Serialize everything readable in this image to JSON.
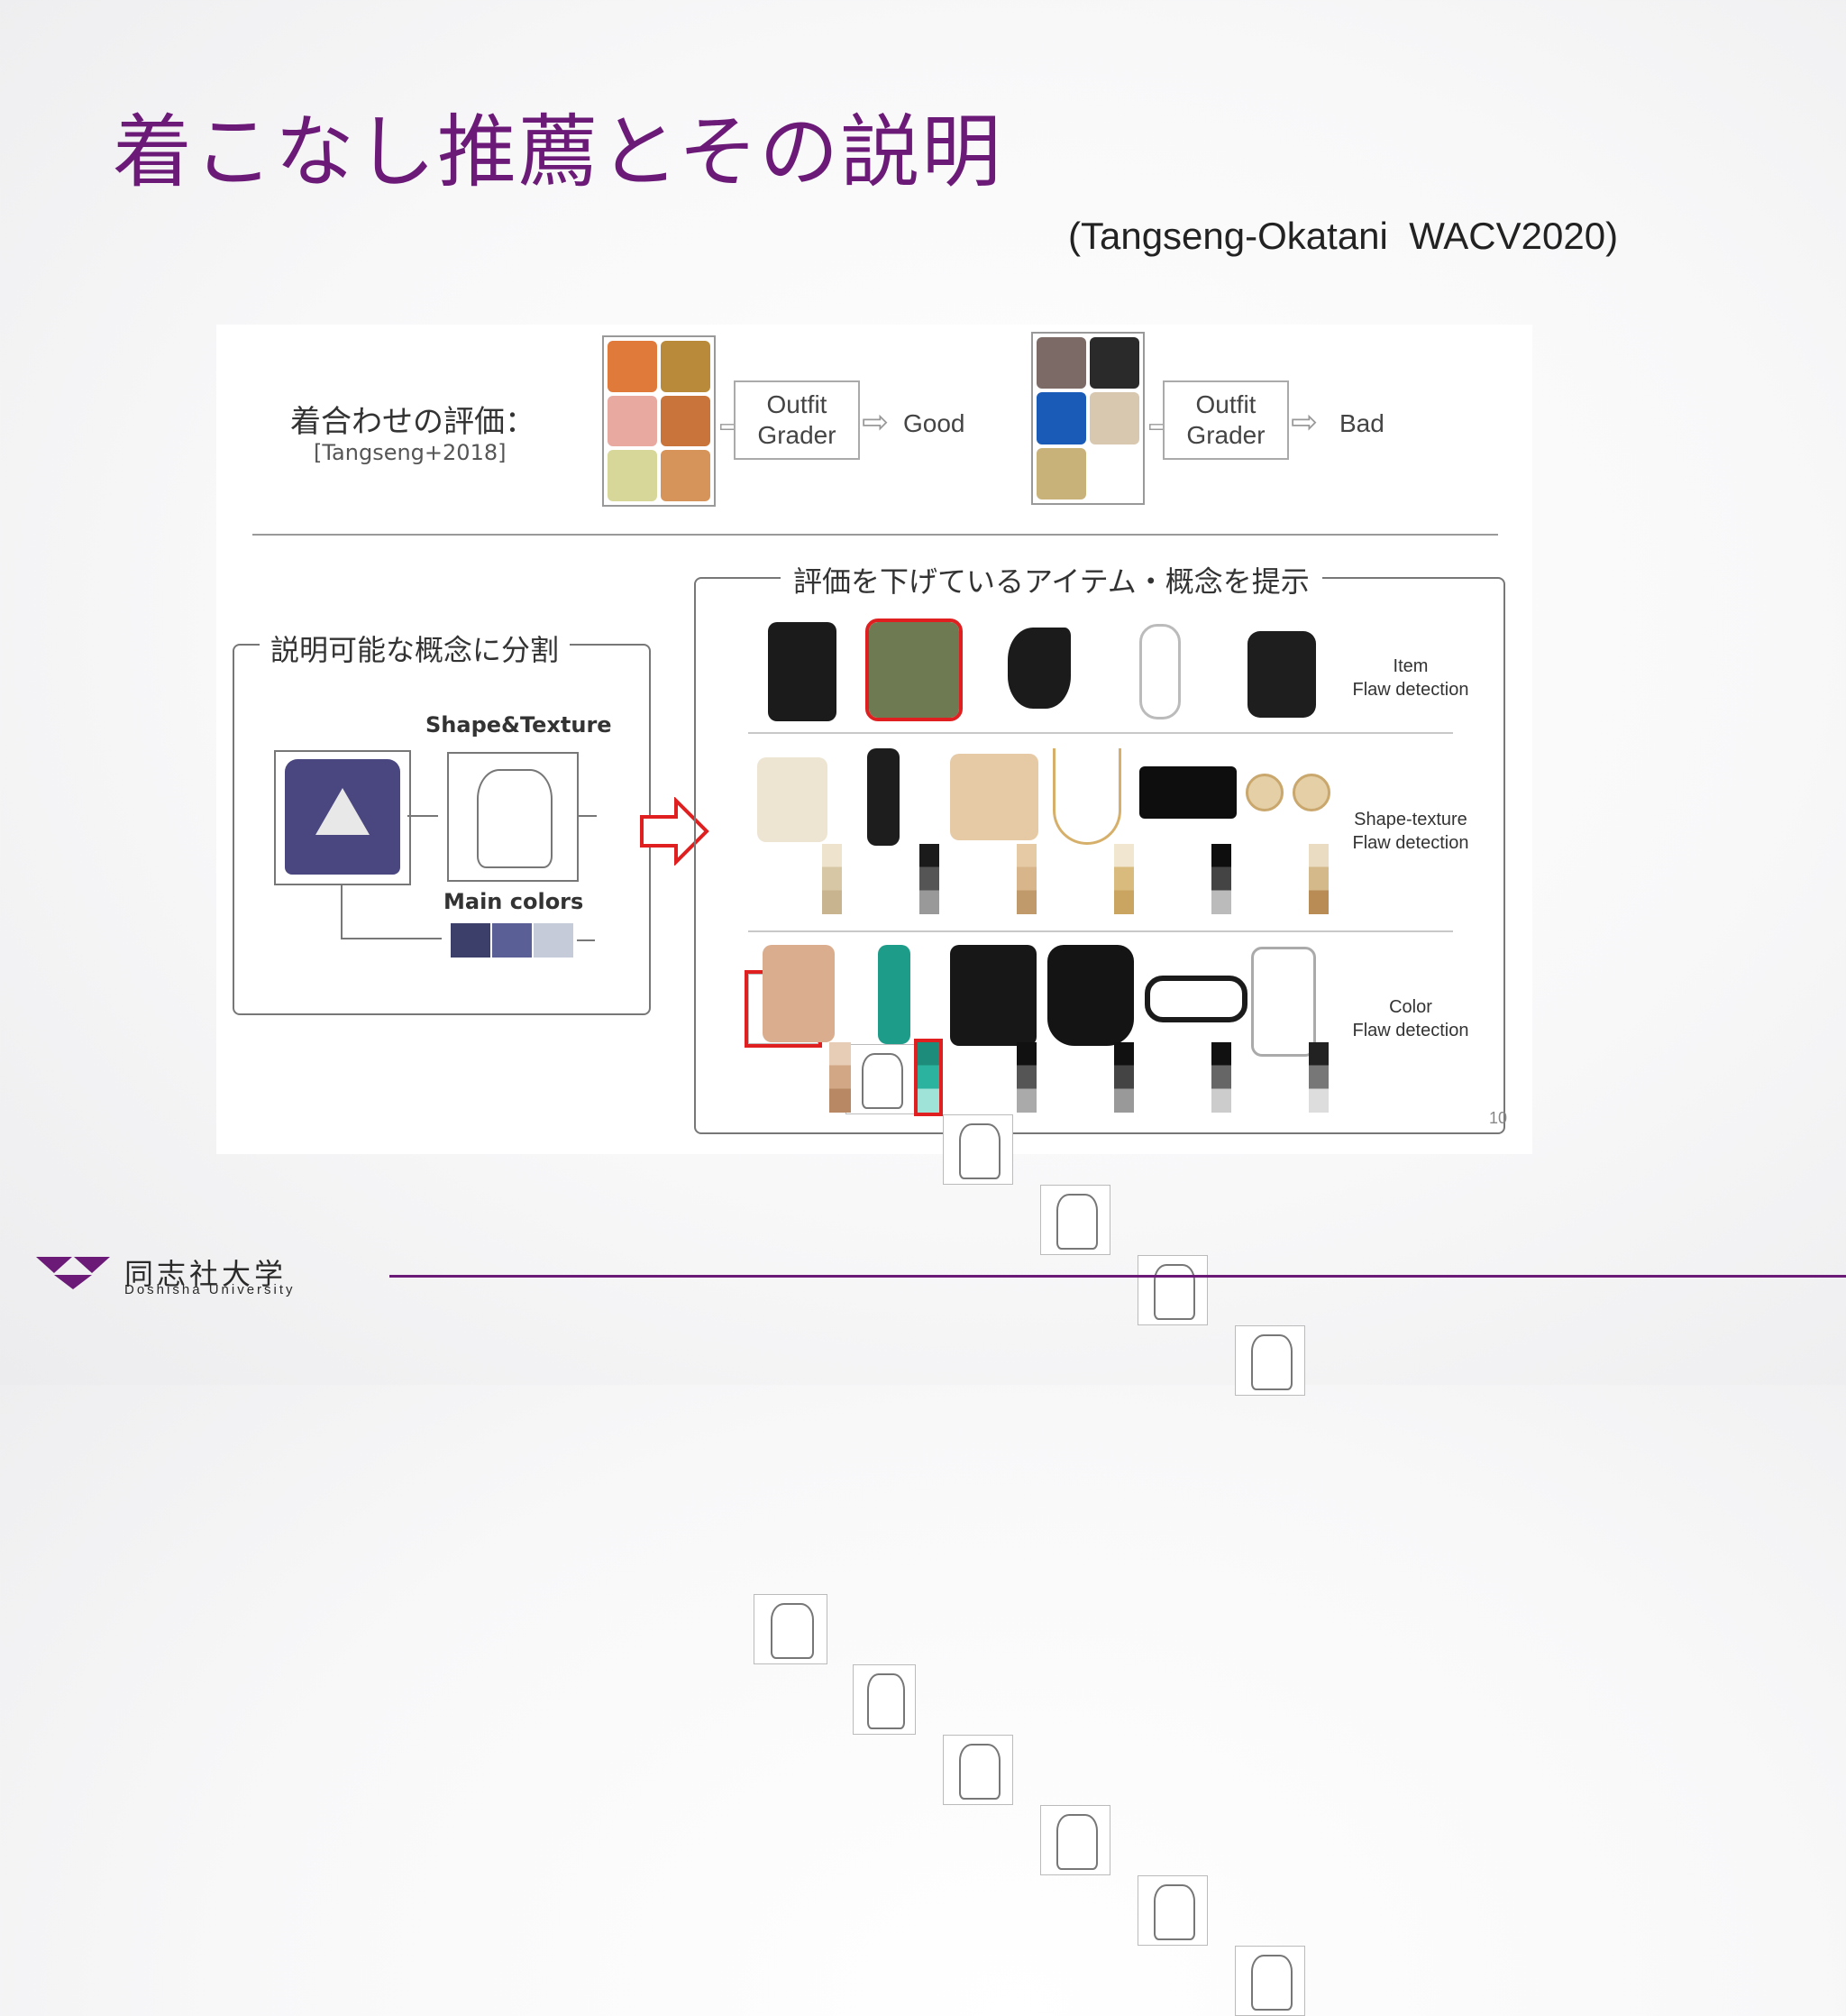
{
  "slide": {
    "title": "着こなし推薦とその説明",
    "citation": "(Tangseng-Okatani  WACV2020)",
    "page_number": "10"
  },
  "figure": {
    "top": {
      "heading": "着合わせの評価：",
      "reference": "[Tangseng+2018]",
      "grader_label_1": "Outfit",
      "grader_label_2": "Grader",
      "result_good": "Good",
      "result_bad": "Bad"
    },
    "left_panel": {
      "title": "説明可能な概念に分割",
      "shape_label": "Shape&Texture",
      "color_label": "Main colors"
    },
    "right_panel": {
      "title": "評価を下げているアイテム・概念を提示",
      "rows": [
        {
          "line1": "Item",
          "line2": "Flaw detection"
        },
        {
          "line1": "Shape-texture",
          "line2": "Flaw detection"
        },
        {
          "line1": "Color",
          "line2": "Flaw detection"
        }
      ]
    }
  },
  "footer": {
    "university_jp": "同志社大学",
    "university_en": "Doshisha University"
  },
  "colors": {
    "title": "#6b1a78",
    "footer_line": "#6b1a78",
    "highlight": "#e02020"
  }
}
